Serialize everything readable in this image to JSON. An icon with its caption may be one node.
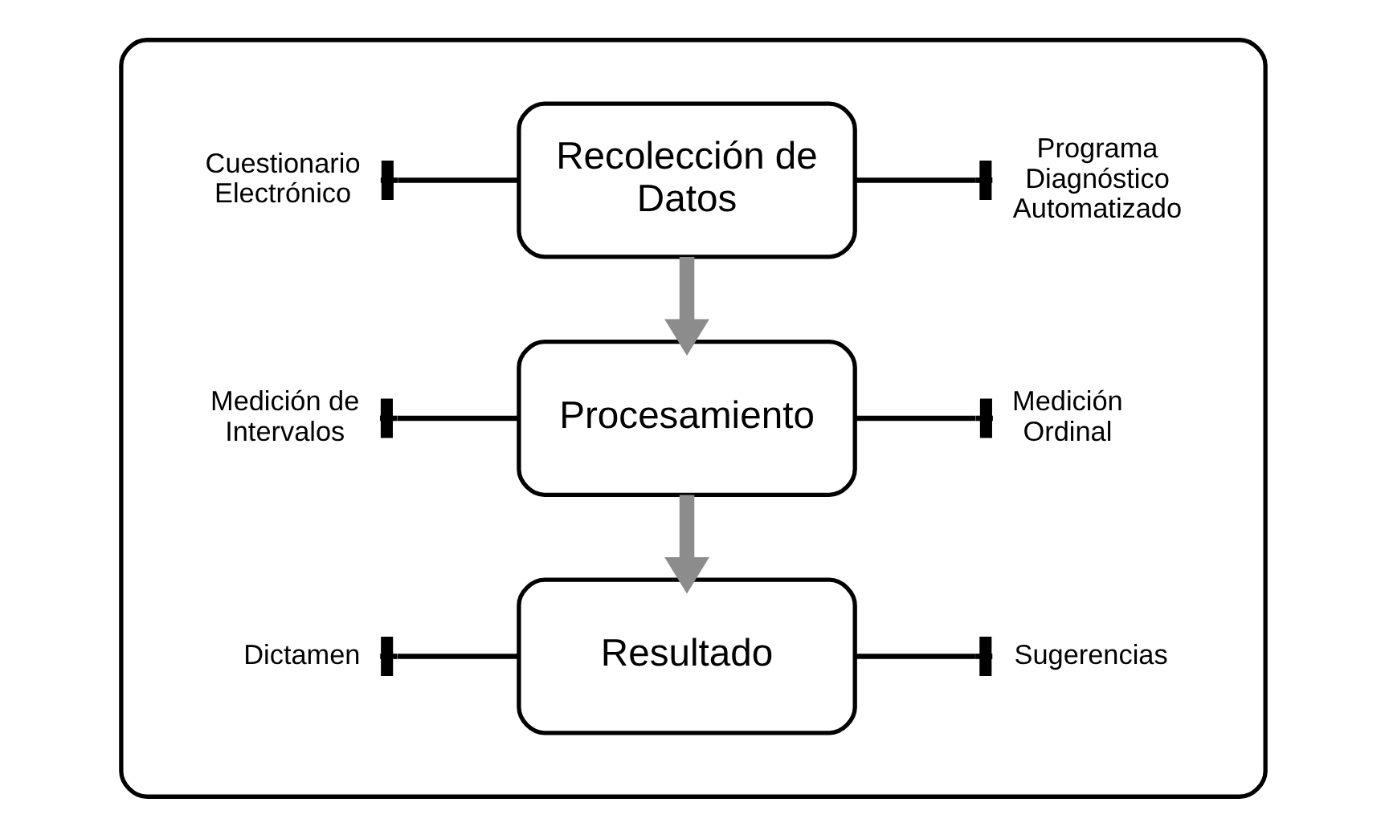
{
  "diagram": {
    "nodes": [
      {
        "text": [],
        "shape": "box"
      },
      {
        "text": [
          "Cuestionario Electrónico"
        ],
        "in": 0
      },
      {
        "text": [
          "Recolección de Datos"
        ],
        "in": 0
      },
      {
        "text": [
          "Programa Diagnóstico Automatizado"
        ],
        "in": 0
      },
      {
        "text": [
          "Medición de Intervalos"
        ],
        "in": 0
      },
      {
        "text": [
          "Procesamiento"
        ],
        "in": 0
      },
      {
        "text": [
          "Medición Ordinal"
        ],
        "in": 0
      },
      {
        "text": [
          "Dictamen"
        ],
        "in": 0
      },
      {
        "text": [
          "Resultado"
        ],
        "in": 0
      },
      {
        "text": [
          "Sugerencias"
        ],
        "in": 0
      }
    ],
    "edges": [
      {
        "from": 2,
        "to": 1,
        "arrow": "other"
      },
      {
        "from": 2,
        "to": 3,
        "arrow": "other"
      },
      {
        "from": 2,
        "to": 5,
        "arrow": "to",
        "style": "thick",
        "color": "#8c8c8c"
      },
      {
        "from": 5,
        "to": 4,
        "arrow": "other"
      },
      {
        "from": 5,
        "to": 6,
        "arrow": "other"
      },
      {
        "from": 5,
        "to": 8,
        "arrow": "to",
        "style": "thick",
        "color": "#8c8c8c"
      },
      {
        "from": 8,
        "to": 7,
        "arrow": "other"
      },
      {
        "from": 8,
        "to": 9,
        "arrow": "other"
      }
    ]
  }
}
